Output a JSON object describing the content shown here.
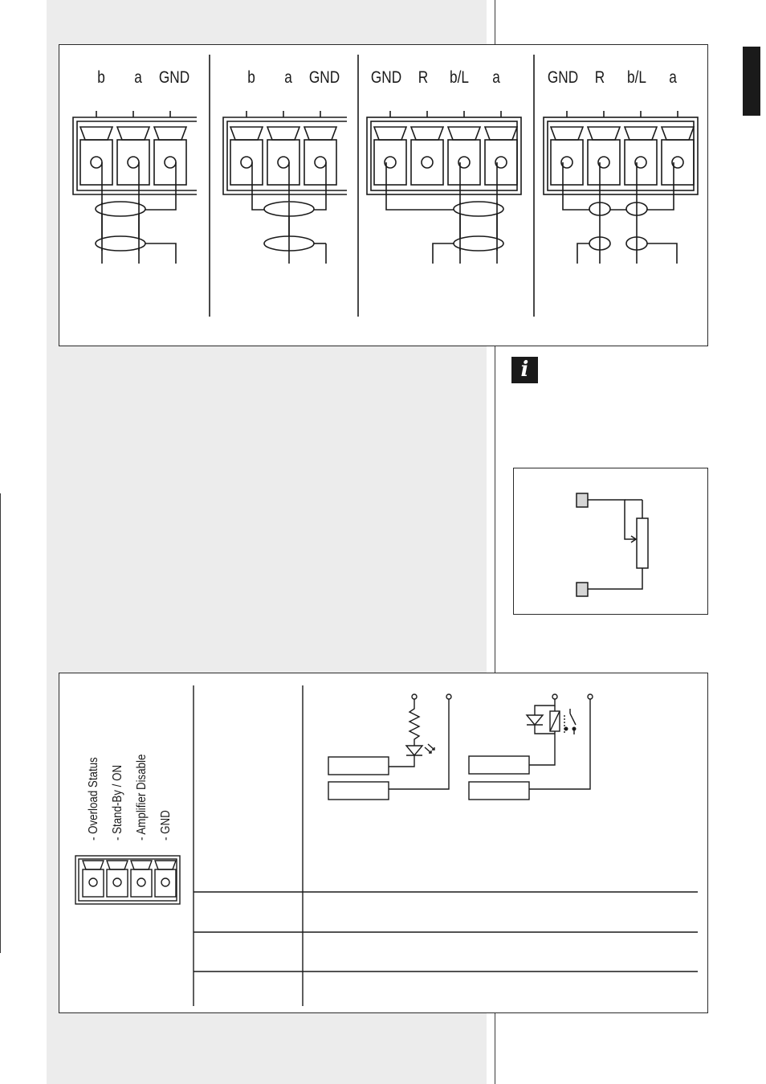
{
  "connector_diagram": {
    "groups": [
      {
        "labels": [
          "b",
          "a",
          "GND"
        ]
      },
      {
        "labels": [
          "b",
          "a",
          "GND"
        ]
      },
      {
        "labels": [
          "GND",
          "R",
          "b/L",
          "a"
        ]
      },
      {
        "labels": [
          "GND",
          "R",
          "b/L",
          "a"
        ]
      }
    ]
  },
  "info": {
    "icon": "info-icon",
    "glyph": "i"
  },
  "io_panel": {
    "pin_labels": [
      "- Overload Status",
      "- Stand-By / ON",
      "- Amplifier Disable",
      "- GND"
    ]
  },
  "colors": {
    "page_gray": "#ececec",
    "line": "#1a1a1a",
    "terminal_fill": "#d6d6d6"
  }
}
